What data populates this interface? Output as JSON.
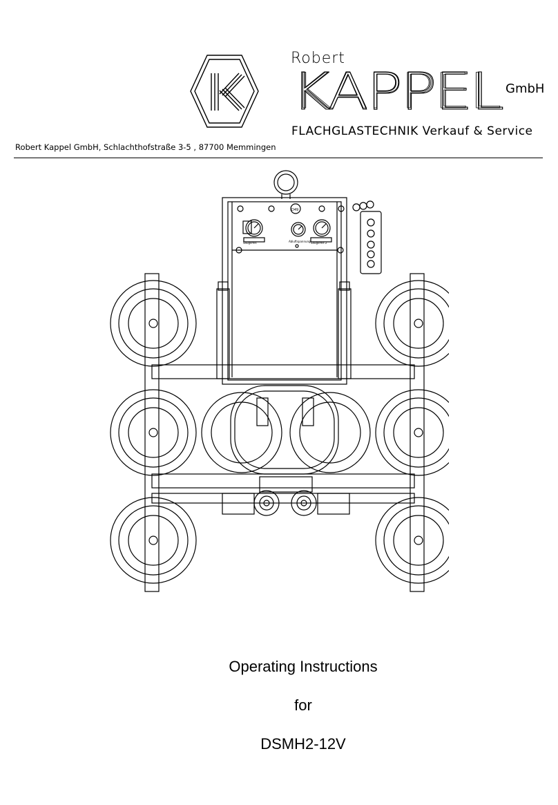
{
  "header": {
    "brand_first": "Robert",
    "brand_name": "KAPPEL",
    "brand_suffix": "GmbH",
    "brand_tagline": "FLACHGLASTECHNIK  Verkauf & Service",
    "address": "Robert Kappel GmbH, Schlachthofstraße 3-5 , 87700 Memmingen"
  },
  "drawing": {
    "gauge_labels": [
      "Saugkreis",
      "Abluftspannung",
      "Saugkreis 2"
    ],
    "badge": "D49"
  },
  "title": {
    "line1": "Operating Instructions",
    "line2": "for",
    "line3": "DSMH2-12V"
  }
}
